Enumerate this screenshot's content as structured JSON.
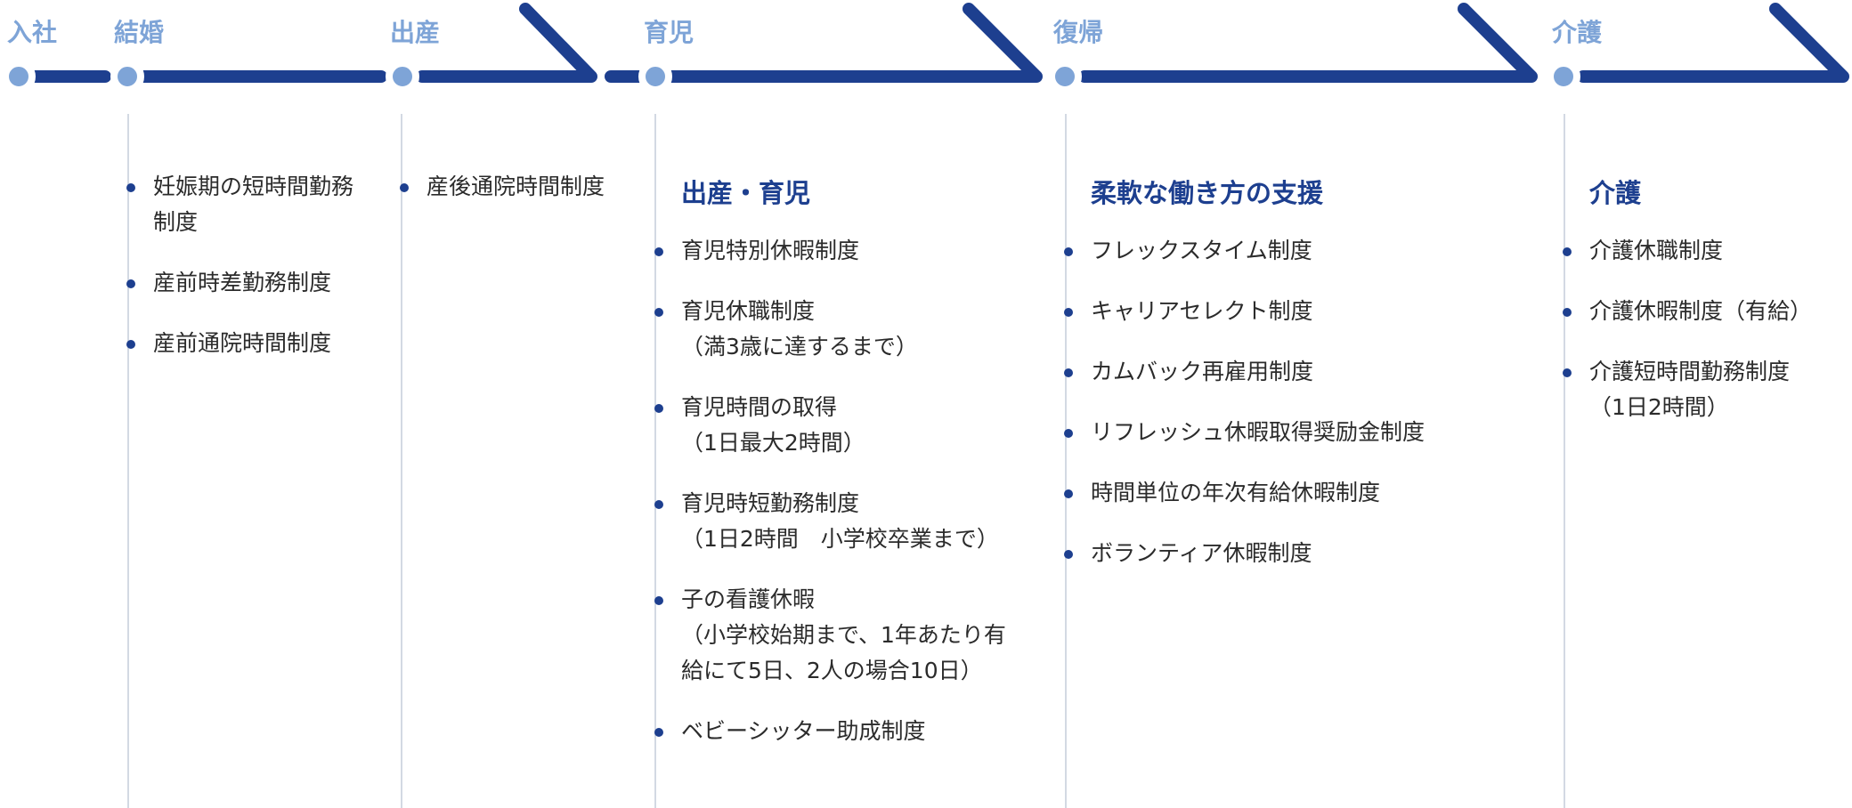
{
  "colors": {
    "track": "#1d3f8f",
    "node": "#7ea4d7",
    "stage_label": "#7ea4d7",
    "heading": "#1d3f8f",
    "bullet": "#1d3f8f",
    "column_line": "#d3d9e3"
  },
  "stages": [
    "入社",
    "結婚",
    "出産",
    "育児",
    "復帰",
    "介護"
  ],
  "columns": [
    {
      "heading": "",
      "items": [
        "妊娠期の短時間勤務\n制度",
        "産前時差勤務制度",
        "産前通院時間制度"
      ]
    },
    {
      "heading": "",
      "items": [
        "産後通院時間制度"
      ]
    },
    {
      "heading": "出産・育児",
      "items": [
        "育児特別休暇制度",
        "育児休職制度\n（満3歳に達するまで）",
        "育児時間の取得\n（1日最大2時間）",
        "育児時短勤務制度\n（1日2時間　小学校卒業まで）",
        "子の看護休暇\n（小学校始期まで、1年あたり有\n給にて5日、2人の場合10日）",
        "ベビーシッター助成制度"
      ]
    },
    {
      "heading": "柔軟な働き方の支援",
      "items": [
        "フレックスタイム制度",
        "キャリアセレクト制度",
        "カムバック再雇用制度",
        "リフレッシュ休暇取得奨励金制度",
        "時間単位の年次有給休暇制度",
        "ボランティア休暇制度"
      ]
    },
    {
      "heading": "介護",
      "items": [
        "介護休職制度",
        "介護休暇制度（有給）",
        "介護短時間勤務制度\n（1日2時間）"
      ]
    }
  ]
}
